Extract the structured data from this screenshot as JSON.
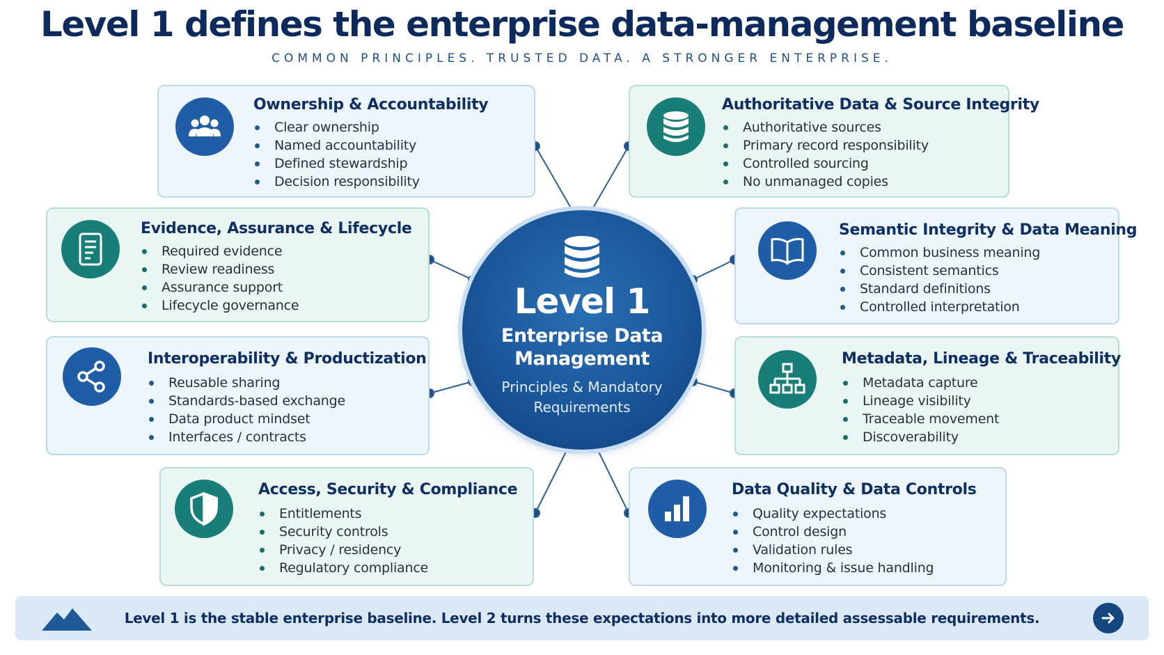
{
  "header": {
    "title": "Level 1 defines the enterprise data-management baseline",
    "subtitle": "COMMON PRINCIPLES. TRUSTED DATA. A STRONGER ENTERPRISE."
  },
  "hub": {
    "level": "Level 1",
    "name": "Enterprise Data Management",
    "subtitle": "Principles & Mandatory Requirements",
    "icon": "database-icon"
  },
  "cards": [
    {
      "id": "ownership",
      "icon": "people-icon",
      "color": "#1f5ea6",
      "title": "Ownership & Accountability",
      "items": [
        "Clear ownership",
        "Named accountability",
        "Defined stewardship",
        "Decision responsibility"
      ]
    },
    {
      "id": "authoritative",
      "icon": "database-icon",
      "color": "#197d78",
      "title": "Authoritative Data & Source Integrity",
      "items": [
        "Authoritative sources",
        "Primary record responsibility",
        "Controlled sourcing",
        "No unmanaged copies"
      ]
    },
    {
      "id": "evidence",
      "icon": "document-icon",
      "color": "#197d78",
      "title": "Evidence, Assurance & Lifecycle",
      "items": [
        "Required evidence",
        "Review readiness",
        "Assurance support",
        "Lifecycle governance"
      ]
    },
    {
      "id": "semantic",
      "icon": "book-icon",
      "color": "#1f5ea6",
      "title": "Semantic Integrity & Data Meaning",
      "items": [
        "Common business meaning",
        "Consistent semantics",
        "Standard definitions",
        "Controlled interpretation"
      ]
    },
    {
      "id": "interop",
      "icon": "share-icon",
      "color": "#1f5ea6",
      "title": "Interoperability & Productization",
      "items": [
        "Reusable sharing",
        "Standards-based exchange",
        "Data product mindset",
        "Interfaces / contracts"
      ]
    },
    {
      "id": "metadata",
      "icon": "hierarchy-icon",
      "color": "#197d78",
      "title": "Metadata, Lineage & Traceability",
      "items": [
        "Metadata capture",
        "Lineage visibility",
        "Traceable movement",
        "Discoverability"
      ]
    },
    {
      "id": "access",
      "icon": "shield-icon",
      "color": "#197d78",
      "title": "Access, Security & Compliance",
      "items": [
        "Entitlements",
        "Security controls",
        "Privacy / residency",
        "Regulatory compliance"
      ]
    },
    {
      "id": "quality",
      "icon": "bar-chart-icon",
      "color": "#1f5ea6",
      "title": "Data Quality & Data Controls",
      "items": [
        "Quality expectations",
        "Control design",
        "Validation rules",
        "Monitoring & issue handling"
      ]
    }
  ],
  "footer": {
    "text": "Level 1 is the stable enterprise baseline. Level 2 turns these expectations into more detailed assessable requirements.",
    "left_icon": "mountain-icon",
    "right_icon": "arrow-right-icon"
  }
}
